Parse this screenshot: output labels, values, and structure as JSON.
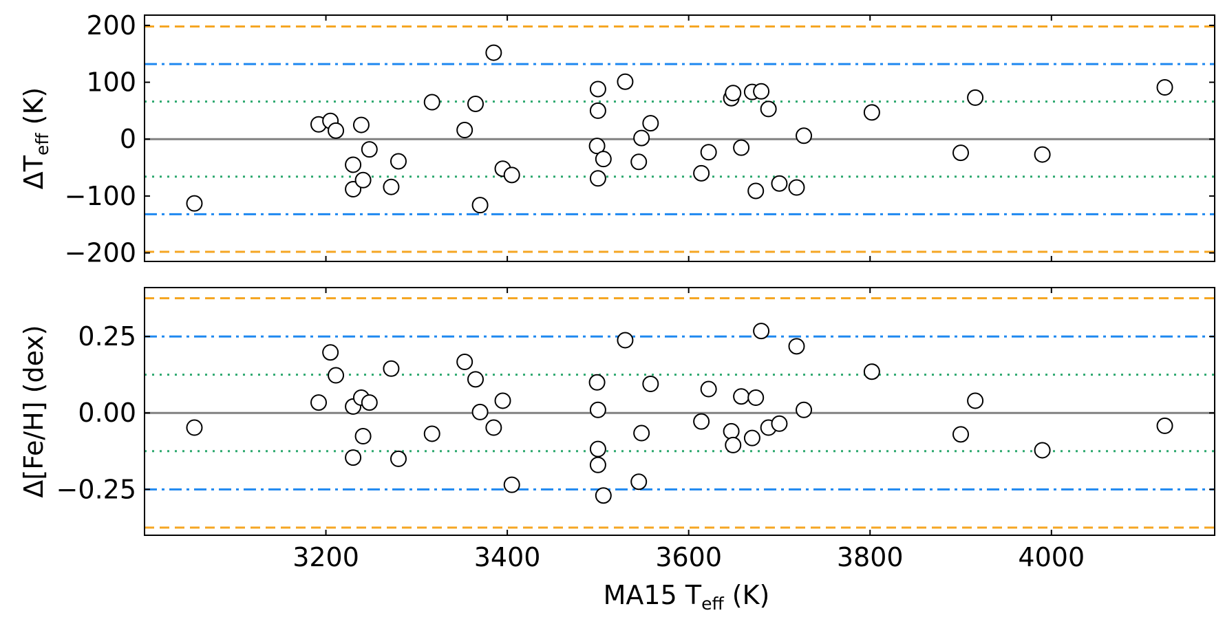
{
  "chart_data": [
    {
      "type": "scatter",
      "panel": "top",
      "ylabel": {
        "prefix": "ΔT",
        "sub": "eff",
        "suffix": " (K)"
      },
      "xlim": [
        3000,
        4180
      ],
      "ylim": [
        -215,
        218
      ],
      "xticks": [
        3200,
        3400,
        3600,
        3800,
        4000
      ],
      "yticks": [
        -200,
        -100,
        0,
        100,
        200
      ],
      "ytick_labels": [
        "−200",
        "−100",
        "0",
        "100",
        "200"
      ],
      "hlines": [
        {
          "y": 0,
          "color": "#808080",
          "style": "solid"
        },
        {
          "y": 66,
          "color": "#2ca86e",
          "style": "dotted"
        },
        {
          "y": -66,
          "color": "#2ca86e",
          "style": "dotted"
        },
        {
          "y": 132,
          "color": "#1e88f0",
          "style": "dashdot"
        },
        {
          "y": -132,
          "color": "#1e88f0",
          "style": "dashdot"
        },
        {
          "y": 198,
          "color": "#f5a623",
          "style": "dashed"
        },
        {
          "y": -198,
          "color": "#f5a623",
          "style": "dashed"
        }
      ],
      "points": [
        {
          "x": 3055,
          "y": -113
        },
        {
          "x": 3192,
          "y": 26
        },
        {
          "x": 3205,
          "y": 32
        },
        {
          "x": 3211,
          "y": 15
        },
        {
          "x": 3230,
          "y": -45
        },
        {
          "x": 3230,
          "y": -88
        },
        {
          "x": 3239,
          "y": 25
        },
        {
          "x": 3241,
          "y": -72
        },
        {
          "x": 3248,
          "y": -18
        },
        {
          "x": 3272,
          "y": -84
        },
        {
          "x": 3280,
          "y": -39
        },
        {
          "x": 3317,
          "y": 65
        },
        {
          "x": 3353,
          "y": 16
        },
        {
          "x": 3365,
          "y": 62
        },
        {
          "x": 3370,
          "y": -116
        },
        {
          "x": 3385,
          "y": 152
        },
        {
          "x": 3395,
          "y": -52
        },
        {
          "x": 3405,
          "y": -63
        },
        {
          "x": 3499,
          "y": -12
        },
        {
          "x": 3500,
          "y": 88
        },
        {
          "x": 3500,
          "y": 50
        },
        {
          "x": 3500,
          "y": -69
        },
        {
          "x": 3506,
          "y": -35
        },
        {
          "x": 3530,
          "y": 101
        },
        {
          "x": 3545,
          "y": -40
        },
        {
          "x": 3548,
          "y": 2
        },
        {
          "x": 3558,
          "y": 28
        },
        {
          "x": 3614,
          "y": -60
        },
        {
          "x": 3622,
          "y": -23
        },
        {
          "x": 3647,
          "y": 72
        },
        {
          "x": 3649,
          "y": 81
        },
        {
          "x": 3658,
          "y": -15
        },
        {
          "x": 3670,
          "y": 83
        },
        {
          "x": 3674,
          "y": -91
        },
        {
          "x": 3680,
          "y": 84
        },
        {
          "x": 3688,
          "y": 53
        },
        {
          "x": 3700,
          "y": -78
        },
        {
          "x": 3719,
          "y": -85
        },
        {
          "x": 3727,
          "y": 6
        },
        {
          "x": 3802,
          "y": 47
        },
        {
          "x": 3900,
          "y": -24
        },
        {
          "x": 3916,
          "y": 73
        },
        {
          "x": 3990,
          "y": -27
        },
        {
          "x": 4125,
          "y": 91
        }
      ]
    },
    {
      "type": "scatter",
      "panel": "bottom",
      "ylabel": {
        "text": "Δ[Fe/H] (dex)"
      },
      "xlabel": {
        "prefix": "MA15 T",
        "sub": "eff",
        "suffix": " (K)"
      },
      "xlim": [
        3000,
        4180
      ],
      "ylim": [
        -0.4,
        0.41
      ],
      "xticks": [
        3200,
        3400,
        3600,
        3800,
        4000
      ],
      "xtick_labels": [
        "3200",
        "3400",
        "3600",
        "3800",
        "4000"
      ],
      "yticks": [
        -0.25,
        0,
        0.25
      ],
      "ytick_labels": [
        "−0.25",
        "0.00",
        "0.25"
      ],
      "hlines": [
        {
          "y": 0,
          "color": "#808080",
          "style": "solid"
        },
        {
          "y": 0.125,
          "color": "#2ca86e",
          "style": "dotted"
        },
        {
          "y": -0.125,
          "color": "#2ca86e",
          "style": "dotted"
        },
        {
          "y": 0.25,
          "color": "#1e88f0",
          "style": "dashdot"
        },
        {
          "y": -0.25,
          "color": "#1e88f0",
          "style": "dashdot"
        },
        {
          "y": 0.375,
          "color": "#f5a623",
          "style": "dashed"
        },
        {
          "y": -0.375,
          "color": "#f5a623",
          "style": "dashed"
        }
      ],
      "points": [
        {
          "x": 3055,
          "y": -0.048
        },
        {
          "x": 3192,
          "y": 0.034
        },
        {
          "x": 3205,
          "y": 0.198
        },
        {
          "x": 3211,
          "y": 0.123
        },
        {
          "x": 3230,
          "y": 0.021
        },
        {
          "x": 3230,
          "y": -0.146
        },
        {
          "x": 3239,
          "y": 0.05
        },
        {
          "x": 3241,
          "y": -0.076
        },
        {
          "x": 3248,
          "y": 0.034
        },
        {
          "x": 3272,
          "y": 0.145
        },
        {
          "x": 3280,
          "y": -0.15
        },
        {
          "x": 3317,
          "y": -0.068
        },
        {
          "x": 3353,
          "y": 0.167
        },
        {
          "x": 3365,
          "y": 0.11
        },
        {
          "x": 3370,
          "y": 0.003
        },
        {
          "x": 3385,
          "y": -0.048
        },
        {
          "x": 3395,
          "y": 0.04
        },
        {
          "x": 3405,
          "y": -0.235
        },
        {
          "x": 3499,
          "y": 0.1
        },
        {
          "x": 3500,
          "y": 0.01
        },
        {
          "x": 3500,
          "y": -0.118
        },
        {
          "x": 3500,
          "y": -0.17
        },
        {
          "x": 3506,
          "y": -0.27
        },
        {
          "x": 3530,
          "y": 0.238
        },
        {
          "x": 3545,
          "y": -0.225
        },
        {
          "x": 3548,
          "y": -0.066
        },
        {
          "x": 3558,
          "y": 0.095
        },
        {
          "x": 3614,
          "y": -0.028
        },
        {
          "x": 3622,
          "y": 0.078
        },
        {
          "x": 3647,
          "y": -0.06
        },
        {
          "x": 3649,
          "y": -0.105
        },
        {
          "x": 3658,
          "y": 0.054
        },
        {
          "x": 3670,
          "y": -0.082
        },
        {
          "x": 3674,
          "y": 0.05
        },
        {
          "x": 3680,
          "y": 0.268
        },
        {
          "x": 3688,
          "y": -0.048
        },
        {
          "x": 3700,
          "y": -0.035
        },
        {
          "x": 3719,
          "y": 0.218
        },
        {
          "x": 3727,
          "y": 0.01
        },
        {
          "x": 3802,
          "y": 0.135
        },
        {
          "x": 3900,
          "y": -0.07
        },
        {
          "x": 3916,
          "y": 0.04
        },
        {
          "x": 3990,
          "y": -0.122
        },
        {
          "x": 4125,
          "y": -0.042
        }
      ]
    }
  ]
}
